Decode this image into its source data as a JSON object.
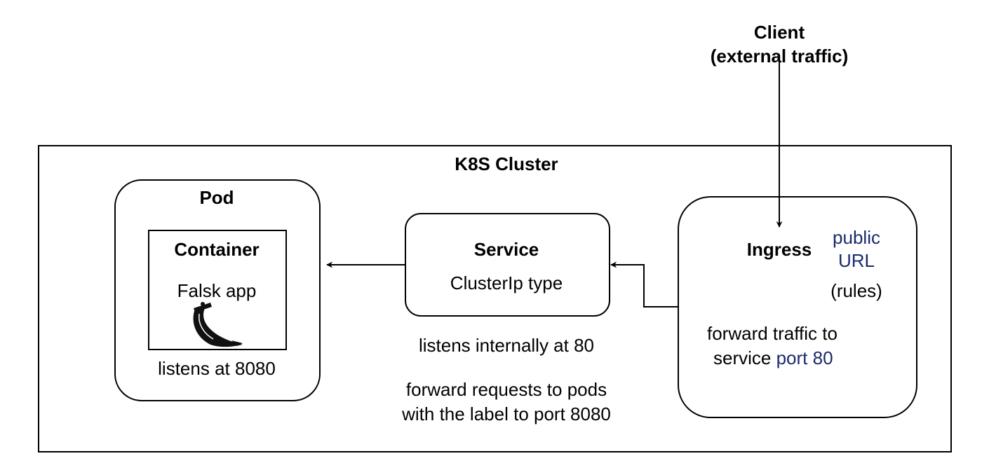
{
  "client": {
    "title_line1": "Client",
    "title_line2": "(external traffic)"
  },
  "cluster": {
    "title": "K8S Cluster"
  },
  "pod": {
    "title": "Pod",
    "container_title": "Container",
    "app_label": "Falsk app",
    "app_icon": "flask-logo-icon",
    "listens": "listens at 8080"
  },
  "service": {
    "title": "Service",
    "type": "ClusterIp type",
    "note_line1": "listens internally at 80",
    "note_line2": "forward requests to pods",
    "note_line3": "with the label to port 8080"
  },
  "ingress": {
    "title": "Ingress",
    "public_line1": "public",
    "public_line2": "URL",
    "rules": "(rules)",
    "forward_line1": "forward traffic to",
    "forward_line2_prefix": "service",
    "forward_line2_port": "port 80"
  },
  "colors": {
    "stroke": "#000000",
    "accent_text": "#1a2a6c"
  }
}
